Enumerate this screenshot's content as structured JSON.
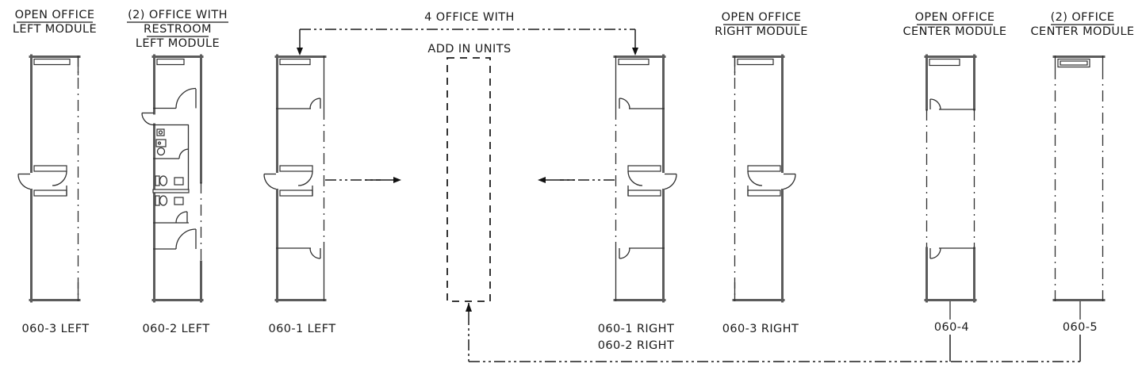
{
  "modules": {
    "m1": {
      "header1": "OPEN OFFICE",
      "header2": "LEFT MODULE",
      "label": "060-3 LEFT"
    },
    "m2": {
      "header1": "(2) OFFICE WITH",
      "header2": "RESTROOM",
      "header3": "LEFT MODULE",
      "label": "060-2 LEFT"
    },
    "m3": {
      "label": "060-1 LEFT"
    },
    "center": {
      "note1": "4 OFFICE WITH",
      "note2": "ADD IN UNITS"
    },
    "m5": {
      "label1": "060-1 RIGHT",
      "label2": "060-2 RIGHT"
    },
    "m6": {
      "header1": "OPEN OFFICE",
      "header2": "RIGHT MODULE",
      "label": "060-3 RIGHT"
    },
    "m7": {
      "header1": "OPEN OFFICE",
      "header2": "CENTER MODULE",
      "label": "060-4"
    },
    "m8": {
      "header1": "(2) OFFICE",
      "header2": "CENTER MODULE",
      "label": "060-5"
    }
  },
  "colors": {
    "background": "#ffffff",
    "thin_line": "#2f2f2f",
    "wall": "#5c5c5c",
    "text": "#1a1a1a"
  }
}
